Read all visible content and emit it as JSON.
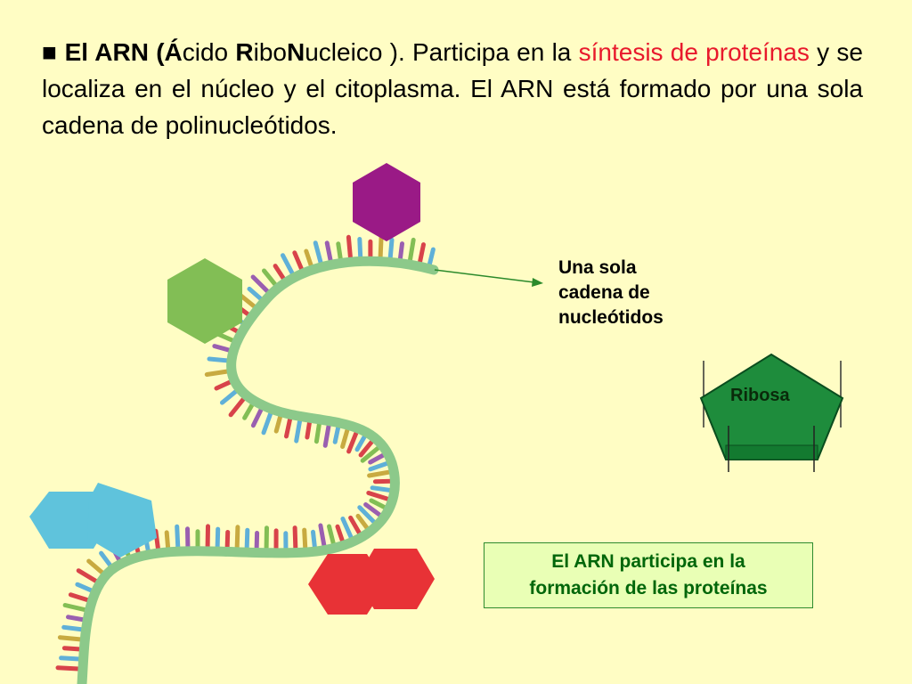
{
  "paragraph": {
    "bullet": "■",
    "p1": " El ARN (",
    "p2": "Á",
    "p3": "cido ",
    "p4": "R",
    "p5": "ibo",
    "p6": "N",
    "p7": "ucleico ). ",
    "p8": "Participa en la ",
    "p9": "síntesis de proteínas",
    "p10": " y se localiza en el núcleo y el citoplasma. El ARN está formado por una sola cadena de polinucleótidos."
  },
  "label_chain": [
    "Una sola",
    "cadena de",
    "nucleótidos"
  ],
  "ribosa": "Ribosa",
  "note": [
    "El ARN participa en la",
    "formación de las proteínas"
  ],
  "colors": {
    "background": "#fffdc4",
    "highlight_red": "#e8192c",
    "backbone": "#8cc98a",
    "hex_purple": "#9a1a86",
    "hex_green": "#82be55",
    "hex_blue": "#5fc3dc",
    "hex_red": "#e83236",
    "ribose_green": "#1e8c3c",
    "note_text": "#00660a"
  }
}
